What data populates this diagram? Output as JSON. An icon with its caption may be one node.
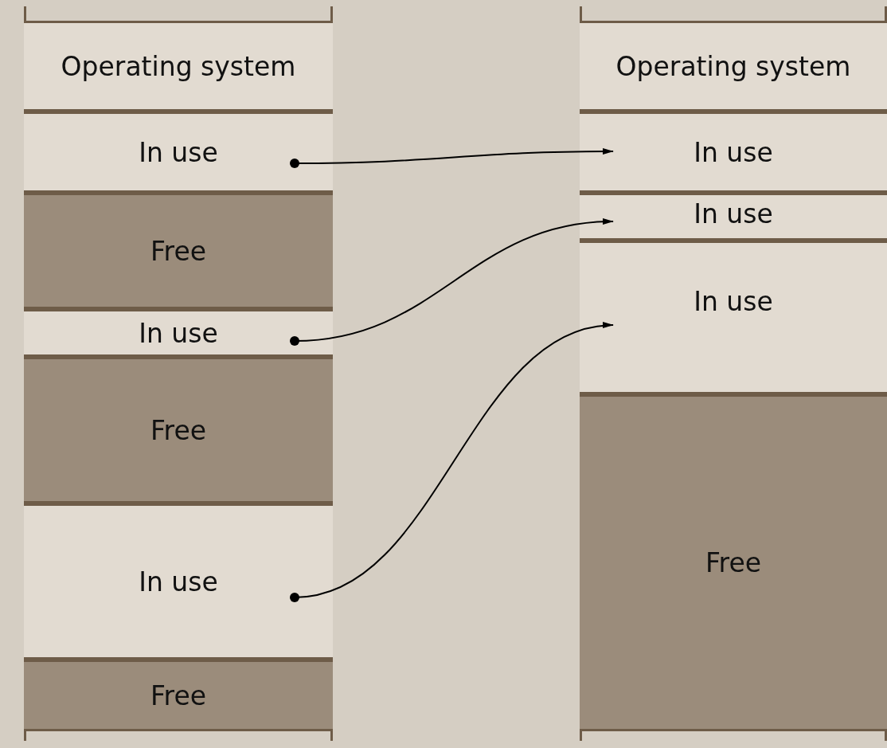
{
  "diagram": {
    "nodes": [
      {
        "text": [
          "Operating system"
        ]
      },
      {
        "text": [
          "In use"
        ]
      },
      {
        "text": [
          "Free"
        ]
      },
      {
        "text": [
          "In use"
        ]
      },
      {
        "text": [
          "Free"
        ]
      },
      {
        "text": [
          "In use"
        ]
      },
      {
        "text": [
          "Free"
        ]
      },
      {
        "text": [
          "Operating system"
        ]
      },
      {
        "text": [
          "In use"
        ]
      },
      {
        "text": [
          "In use"
        ]
      },
      {
        "text": [
          "In use"
        ]
      },
      {
        "text": [
          "Free"
        ]
      }
    ],
    "edges": [
      {
        "from": 1,
        "to": 8,
        "arrow": "to"
      },
      {
        "from": 3,
        "to": 9,
        "arrow": "to"
      },
      {
        "from": 5,
        "to": 10,
        "arrow": "to"
      }
    ]
  }
}
